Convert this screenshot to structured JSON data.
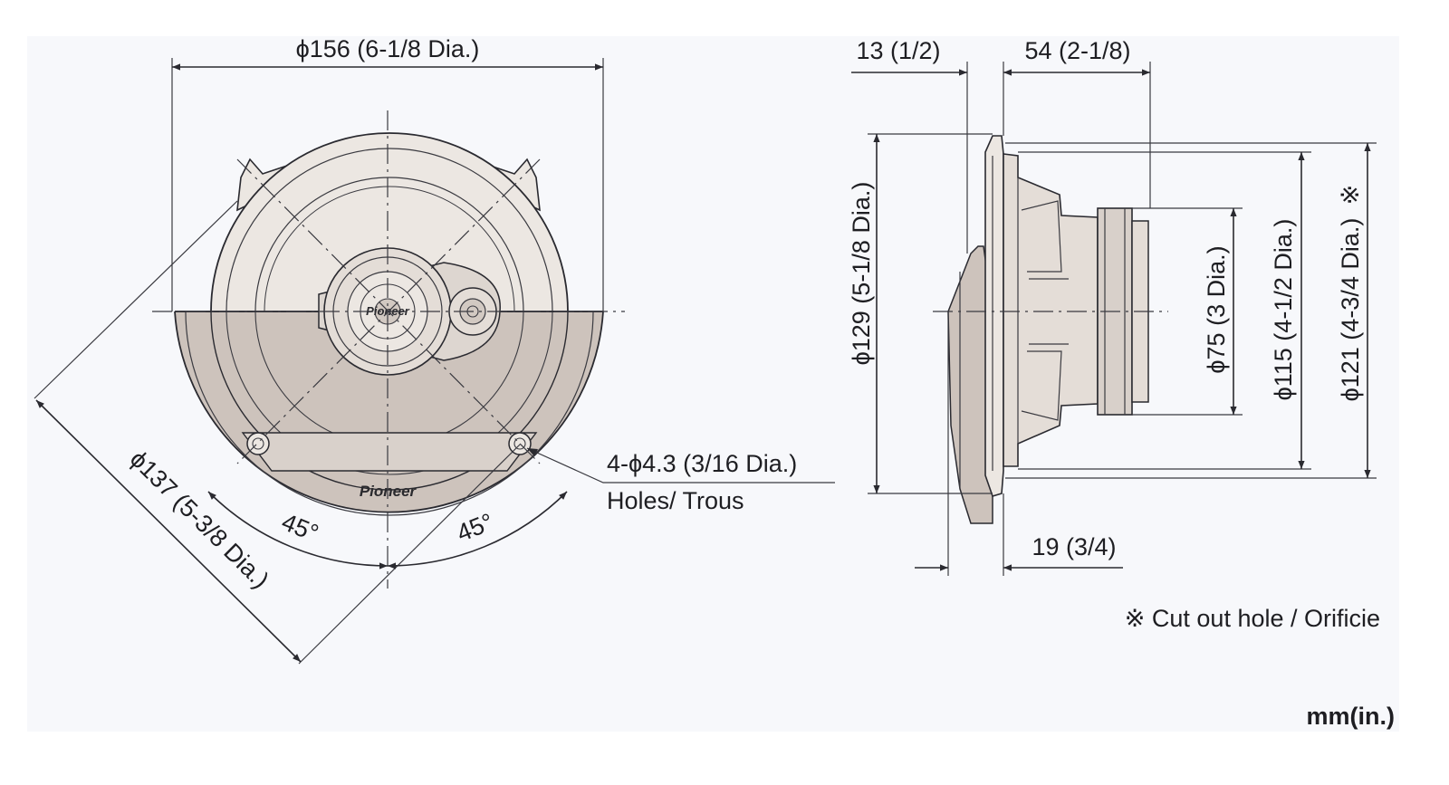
{
  "colors": {
    "background": "#f7f8fb",
    "line": "#2a2a30",
    "speaker_face": "#ece7e2",
    "speaker_face_shaded": "#cdc3bc",
    "speaker_rim": "#d9d1cb",
    "magnet": "#d8d0ca"
  },
  "front_view": {
    "outer_diameter_label": "ϕ156 (6-1/8 Dia.)",
    "mounting_diameter_label": "ϕ137 (5-3/8 Dia.)",
    "angle_left_label": "45°",
    "angle_right_label": "45°",
    "hole_spec_label": "4-ϕ4.3 (3/16 Dia.)",
    "hole_label": "Holes/ Trous",
    "brand_logo_text": "Pioneer",
    "tweeter_logo_text": "Pioneer"
  },
  "side_view": {
    "flange_depth_label": "13 (1/2)",
    "mount_depth_label": "54 (2-1/8)",
    "frame_diameter_label": "ϕ129 (5-1/8 Dia.)",
    "magnet_diameter_label": "ϕ75 (3 Dia.)",
    "basket_diameter_label": "ϕ115 (4-1/2 Dia.)",
    "cutout_diameter_label": "ϕ121 (4-3/4 Dia.)",
    "cutout_marker": "※",
    "front_protrusion_label": "19 (3/4)"
  },
  "notes": {
    "cutout_note": "※ Cut out hole / Orificie",
    "units": "mm(in.)"
  }
}
